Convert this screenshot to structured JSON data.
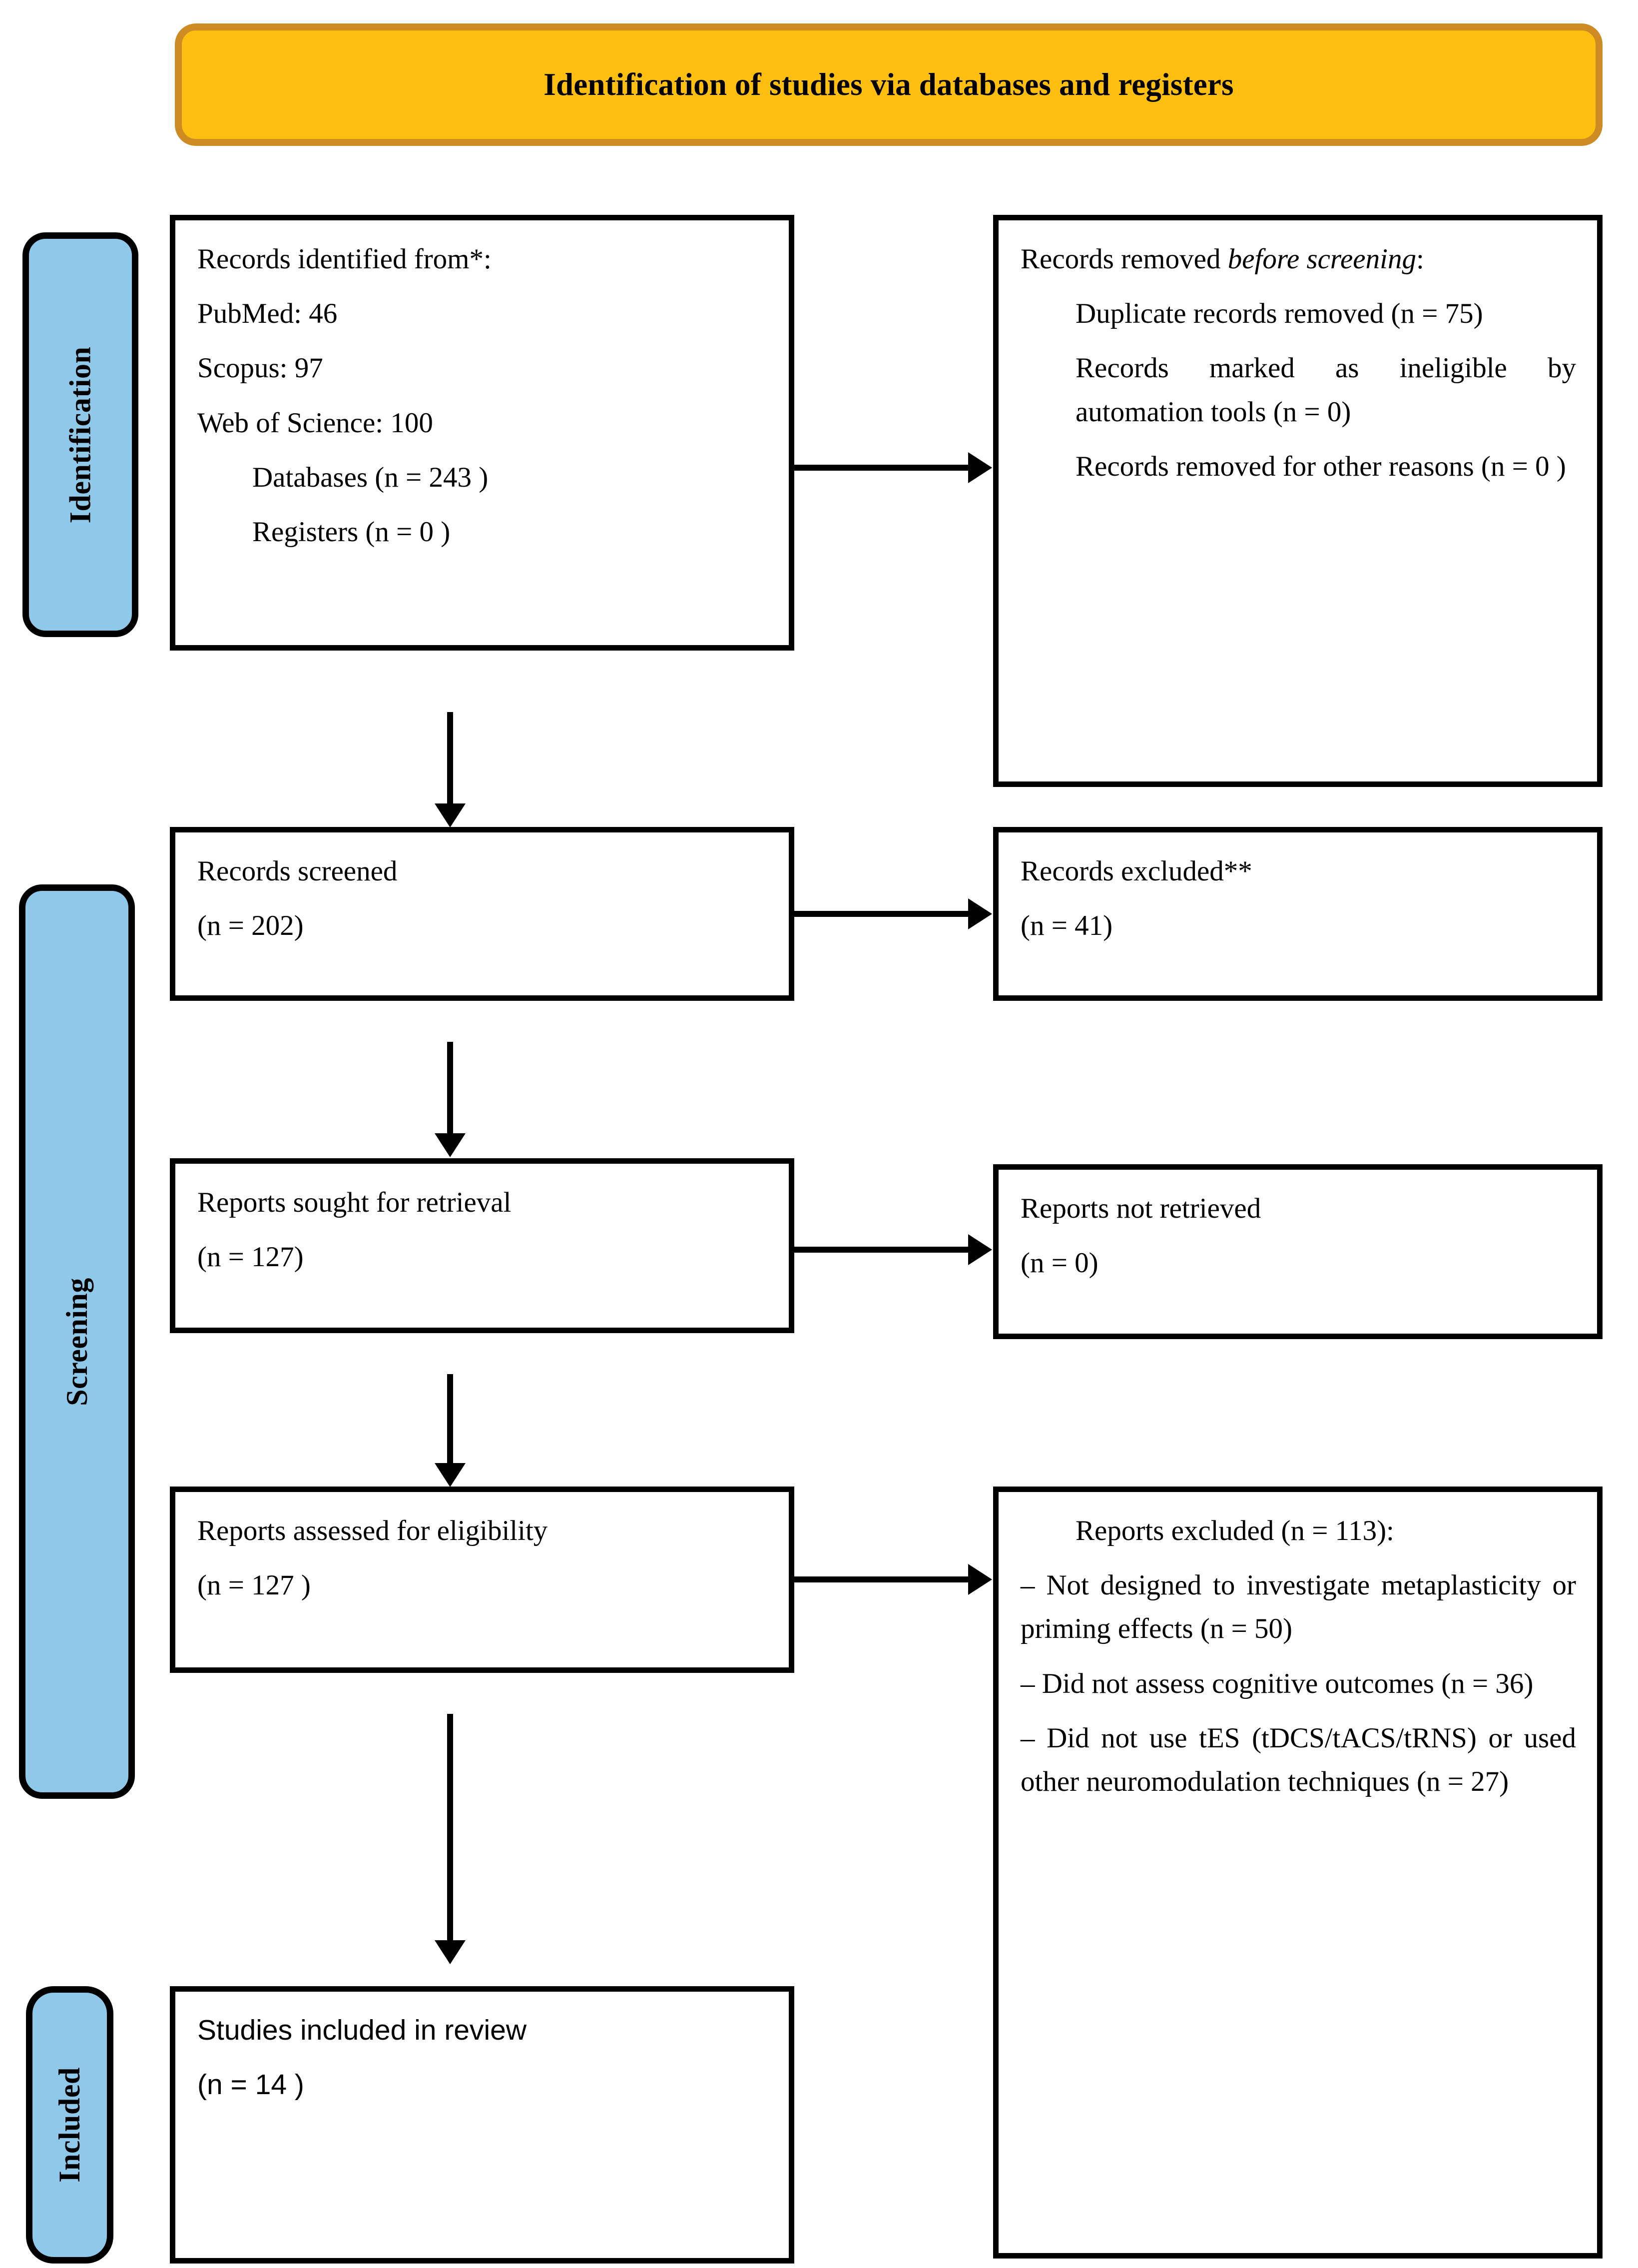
{
  "banner": {
    "title": "Identification of studies via databases and registers",
    "fill": "#FFBF11",
    "border": "#CE8B23"
  },
  "stages": {
    "accent": "#8FC8E8",
    "identification": "Identification",
    "screening": "Screening",
    "included": "Included"
  },
  "boxes": {
    "identified": {
      "line1": "Records identified from*:",
      "line2": "PubMed: 46",
      "line3": "Scopus: 97",
      "line4": "Web of Science: 100",
      "line5": "Databases (n = 243 )",
      "line6": "Registers (n = 0 )"
    },
    "removed": {
      "line1_pre": "Records removed ",
      "line1_italic": "before screening",
      "line1_post": ":",
      "line2": "Duplicate records removed   (n = 75)",
      "line3": "Records marked as ineligible by automation tools (n = 0)",
      "line4": "Records removed for other reasons (n = 0 )"
    },
    "screened": {
      "line1": "Records screened",
      "line2": "(n = 202)"
    },
    "records_excluded": {
      "line1": "Records excluded**",
      "line2": "(n = 41)"
    },
    "sought": {
      "line1": "Reports sought for retrieval",
      "line2": "(n = 127)"
    },
    "not_retrieved": {
      "line1": "Reports not retrieved",
      "line2": "(n = 0)"
    },
    "assessed": {
      "line1": "Reports assessed for eligibility",
      "line2": "(n = 127 )"
    },
    "reports_excluded": {
      "line1": "Reports excluded (n = 113):",
      "line2": "– Not designed to investigate metaplasticity or priming effects (n = 50)",
      "line3": "– Did not assess cognitive outcomes (n = 36)",
      "line4": "– Did not use tES (tDCS/tACS/tRNS) or used other neuromodulation techniques (n = 27)"
    },
    "included": {
      "line1": "Studies included in review",
      "line2": "(n = 14 )"
    }
  },
  "flow": {
    "identified_to_removed": "arrow-right",
    "screened_to_excluded": "arrow-right",
    "sought_to_not_retrieved": "arrow-right",
    "assessed_to_excluded": "arrow-right",
    "identified_down": "arrow-down",
    "screened_down": "arrow-down",
    "sought_down": "arrow-down",
    "assessed_down": "arrow-down"
  }
}
